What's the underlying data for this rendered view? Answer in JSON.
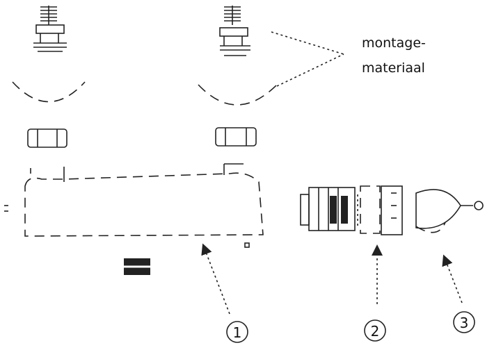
{
  "labels": {
    "material_line1": "montage-",
    "material_line2": "materiaal",
    "callout_1": "1",
    "callout_2": "2",
    "callout_3": "3"
  }
}
